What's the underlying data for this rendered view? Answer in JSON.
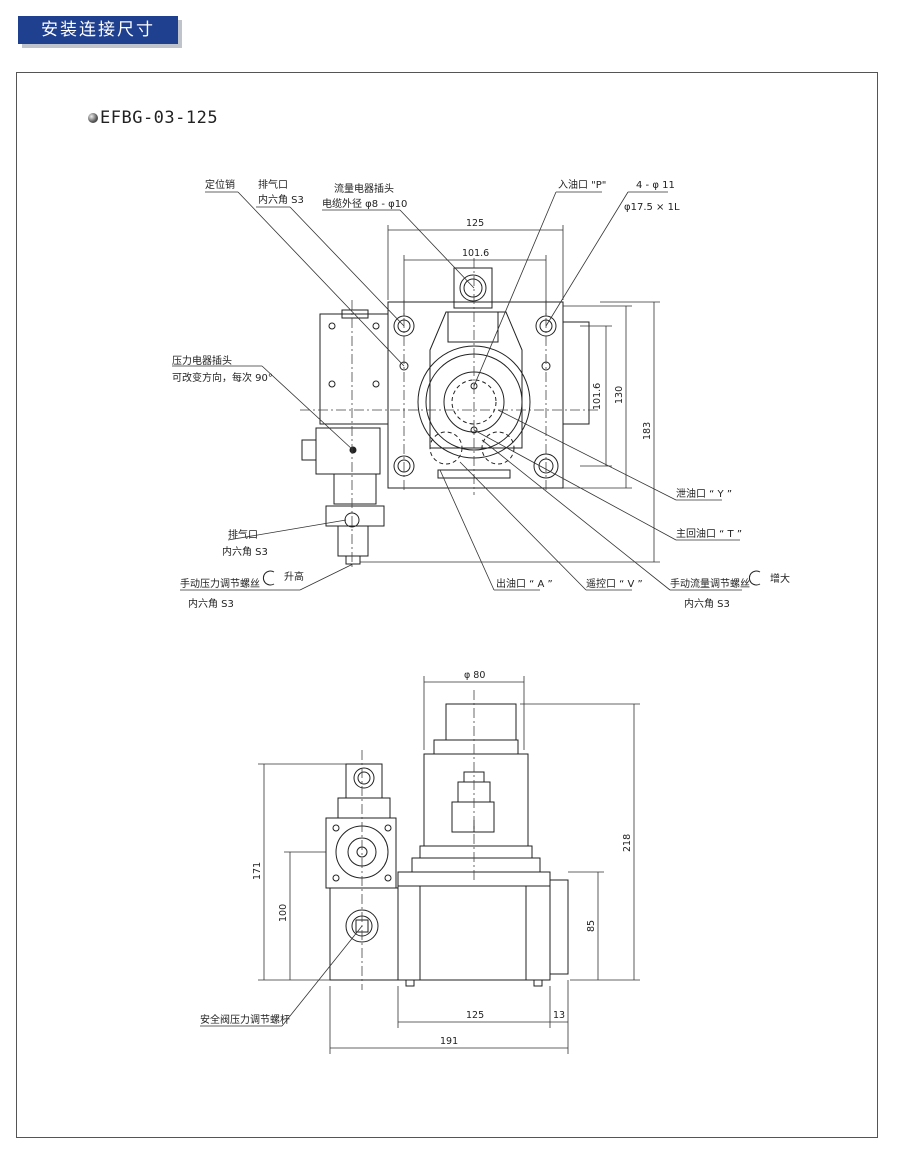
{
  "header": {
    "title": "安装连接尺寸"
  },
  "model": "EFBG-03-125",
  "top_view": {
    "labels": {
      "locating_pin": "定位销",
      "vent_port": "排气口",
      "vent_port_hex": "内六角 S3",
      "flow_connector": "流量电器插头",
      "flow_cable": "电缆外径 φ8 - φ10",
      "inlet_p": "入油口 \"P\"",
      "holes": "4 - φ 11",
      "counterbore": "φ17.5 × 1L",
      "pressure_connector": "压力电器插头",
      "pressure_rotate": "可改变方向，每次 90°",
      "vent_port_2": "排气口",
      "vent_port_2_hex": "内六角 S3",
      "manual_pressure": "手动压力调节螺丝",
      "raise": "升高",
      "manual_pressure_hex": "内六角 S3",
      "drain_y": "泄油口 “ Y ”",
      "return_t": "主回油口 “ T ”",
      "outlet_a": "出油口 “ A ”",
      "remote_v": "遥控口 “ V ”",
      "manual_flow": "手动流量调节螺丝",
      "increase": "增大",
      "manual_flow_hex": "内六角 S3"
    },
    "dims": {
      "d125": "125",
      "d101_6_h": "101.6",
      "d101_6_v": "101.6",
      "d130": "130",
      "d183": "183"
    }
  },
  "front_view": {
    "labels": {
      "relief_screw": "安全阀压力调节螺杆"
    },
    "dims": {
      "d80": "φ 80",
      "d218": "218",
      "d171": "171",
      "d100": "100",
      "d85": "85",
      "d125": "125",
      "d13": "13",
      "d191": "191"
    }
  }
}
